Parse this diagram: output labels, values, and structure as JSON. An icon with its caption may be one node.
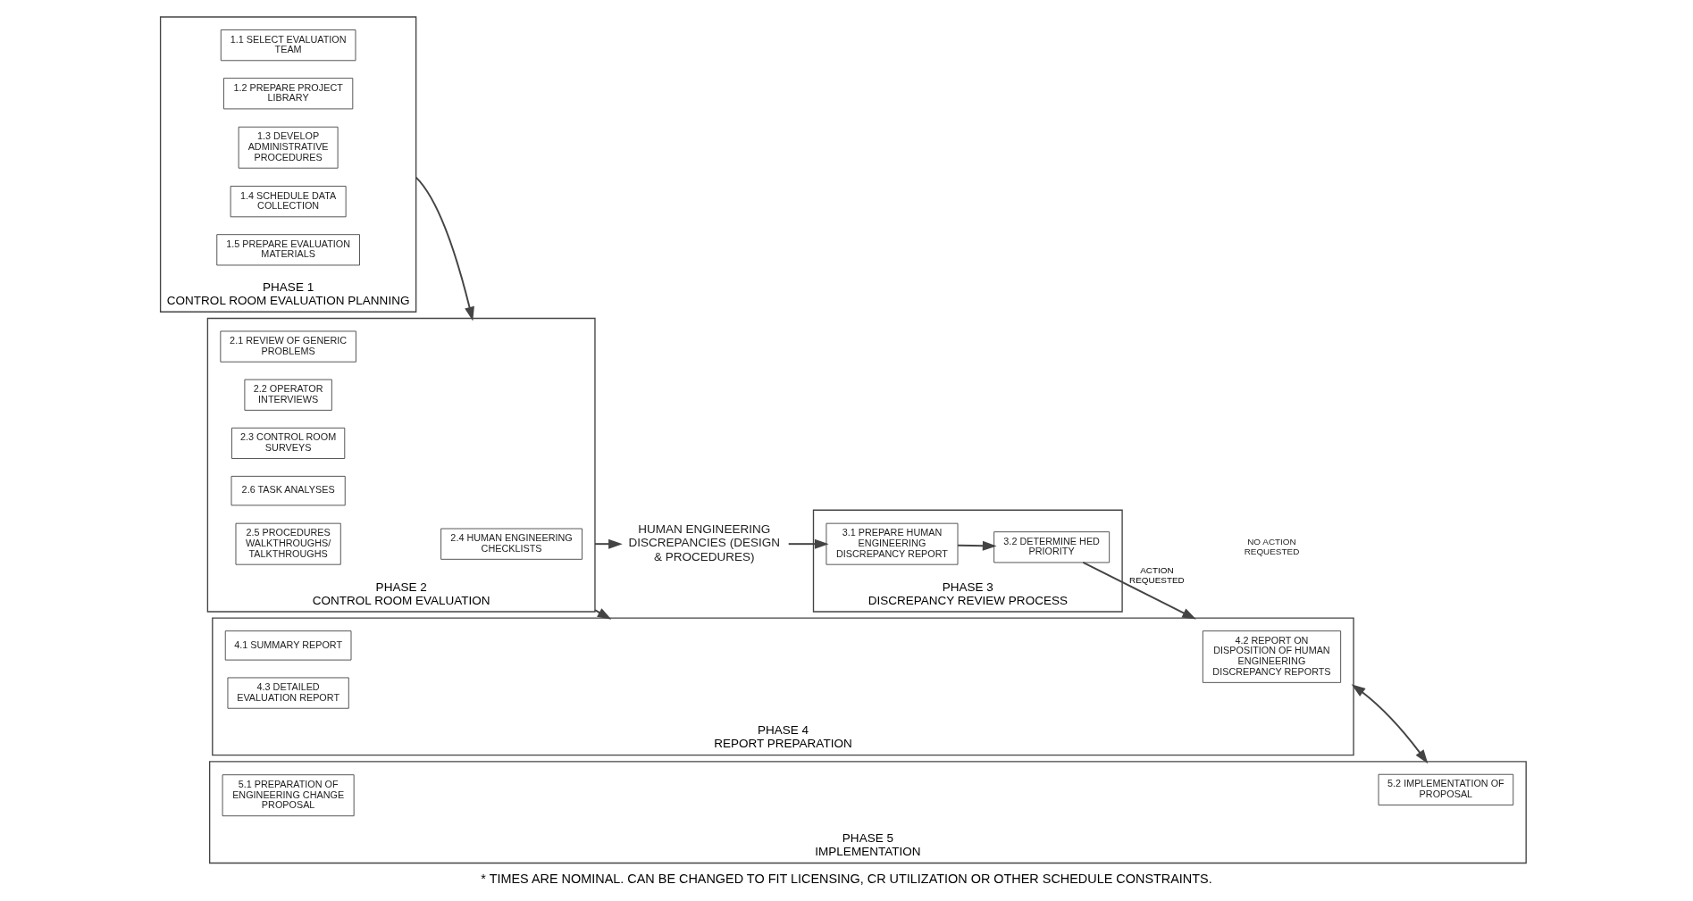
{
  "diagram": {
    "caption": "* TIMES ARE NOMINAL. CAN BE CHANGED TO FIT LICENSING, CR UTILIZATION OR OTHER SCHEDULE CONSTRAINTS.",
    "nodes": [
      {
        "text": [
          "PHASE 1",
          "CONTROL ROOM EVALUATION PLANNING"
        ]
      },
      {
        "text": [
          "1.1 SELECT EVALUATION TEAM"
        ],
        "in": 0
      },
      {
        "text": [
          "1.2 PREPARE PROJECT LIBRARY"
        ],
        "in": 0
      },
      {
        "text": [
          "1.3 DEVELOP ADMINISTRATIVE PROCEDURES"
        ],
        "in": 0
      },
      {
        "text": [
          "1.4 SCHEDULE DATA COLLECTION"
        ],
        "in": 0
      },
      {
        "text": [
          "1.5 PREPARE EVALUATION MATERIALS"
        ],
        "in": 0
      },
      {
        "text": [
          "PHASE 2",
          "CONTROL ROOM EVALUATION"
        ]
      },
      {
        "text": [
          "2.1 REVIEW OF GENERIC PROBLEMS"
        ],
        "in": 6
      },
      {
        "text": [
          "2.2 OPERATOR INTERVIEWS"
        ],
        "in": 6
      },
      {
        "text": [
          "2.3 CONTROL ROOM SURVEYS"
        ],
        "in": 6
      },
      {
        "text": [
          "2.4 HUMAN ENGINEERING CHECKLISTS"
        ],
        "in": 6
      },
      {
        "text": [
          "2.6 TASK ANALYSES"
        ],
        "in": 6
      },
      {
        "text": [
          "2.5 PROCEDURES WALKTHROUGHS/ TALKTHROUGHS"
        ],
        "in": 6
      },
      {
        "text": [
          "HUMAN ENGINEERING DISCREPANCIES (DESIGN & PROCEDURES)"
        ]
      },
      {
        "text": [
          "PHASE 3",
          "DISCREPANCY REVIEW PROCESS"
        ]
      },
      {
        "text": [
          "3.1 PREPARE HUMAN ENGINEERING DISCREPANCY REPORT"
        ],
        "in": 14
      },
      {
        "text": [
          "3.2 DETERMINE HED PRIORITY"
        ],
        "in": 14
      },
      {
        "text": [
          "PHASE 4",
          "REPORT PREPARATION"
        ]
      },
      {
        "text": [
          "4.1 SUMMARY REPORT"
        ],
        "in": 17
      },
      {
        "text": [
          "4.2 REPORT ON DISPOSITION OF HUMAN ENGINEERING DISCREPANCY REPORTS"
        ],
        "in": 17
      },
      {
        "text": [
          "4.3 DETAILED EVALUATION REPORT"
        ],
        "in": 17
      },
      {
        "text": [
          "PHASE 5",
          "IMPLEMENTATION"
        ]
      },
      {
        "text": [
          "5.1 PREPARATION OF ENGINEERING CHANGE PROPOSAL"
        ],
        "in": 21
      },
      {
        "text": [
          "5.2 IMPLEMENTATION OF PROPOSAL"
        ],
        "in": 21
      }
    ],
    "edges": [
      {
        "from": 0,
        "to": 6,
        "arrow": "to"
      },
      {
        "from": 6,
        "to": 13,
        "arrow": "to"
      },
      {
        "from": 13,
        "to": 15,
        "arrow": "to"
      },
      {
        "from": 15,
        "to": 16,
        "arrow": "to"
      },
      {
        "from": 16,
        "to": 17,
        "arrow": "to",
        "label": "ACTION REQUESTED"
      },
      {
        "from": 6,
        "to": 17,
        "arrow": "to"
      },
      {
        "from": 17,
        "to": 21,
        "arrow": "both"
      }
    ],
    "labels": [
      "NO ACTION REQUESTED"
    ]
  }
}
